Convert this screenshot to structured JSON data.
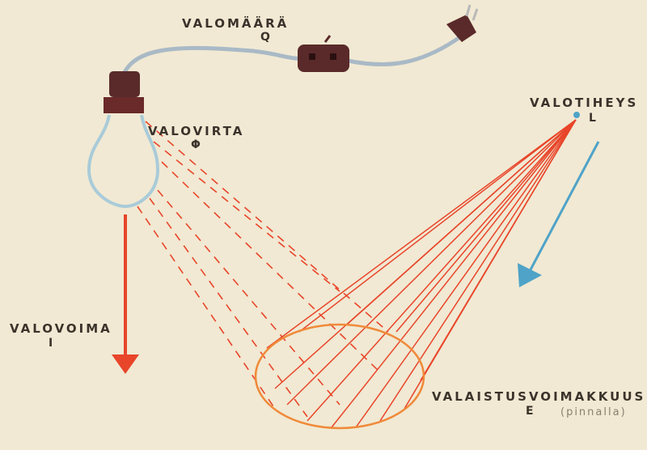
{
  "labels": {
    "valomaara": {
      "name": "VALOMÄÄRÄ",
      "symbol": "Q"
    },
    "valovirta": {
      "name": "VALOVIRTA",
      "symbol": "Φ"
    },
    "valotiheys": {
      "name": "VALOTIHEYS",
      "symbol": "L"
    },
    "valovoima": {
      "name": "VALOVOIMA",
      "symbol": "I"
    },
    "valaistusvoimakkuus": {
      "name": "VALAISTUSVOIMAKKUUS",
      "symbol": "E",
      "note": "(pinnalla)"
    }
  },
  "colors": {
    "background": "#f1e9d3",
    "red": "#e8452a",
    "orange": "#f08a3a",
    "blue": "#4fa3c8",
    "brown": "#5a2a2a",
    "cord": "#a9b9c6"
  }
}
